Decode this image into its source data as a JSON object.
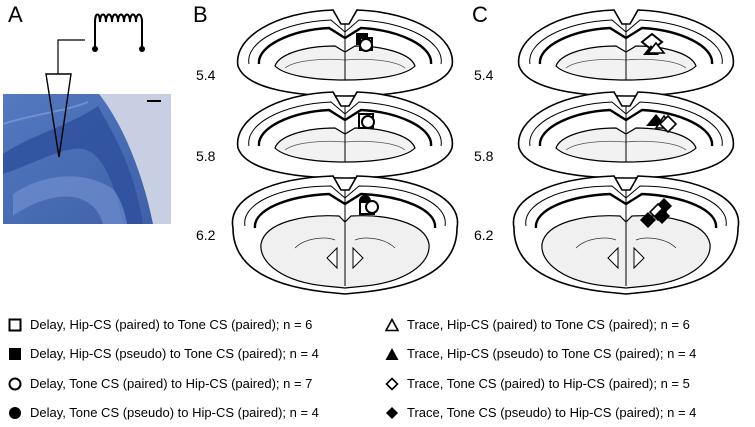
{
  "panels": {
    "a": {
      "label": "A"
    },
    "b": {
      "label": "B"
    },
    "c": {
      "label": "C"
    }
  },
  "depths": [
    "5.4",
    "5.8",
    "6.2"
  ],
  "colors": {
    "photo_tissue": "#4a6fb8",
    "photo_background": "#c9cfe2",
    "line": "#000000"
  },
  "legend": {
    "delay": [
      {
        "symbol": "open-square",
        "text": "Delay, Hip-CS (paired) to Tone CS (paired); n = 6"
      },
      {
        "symbol": "filled-square",
        "text": "Delay, Hip-CS (pseudo) to Tone CS (paired); n = 4"
      },
      {
        "symbol": "open-circle",
        "text": "Delay, Tone CS  (paired) to Hip-CS (paired); n = 7"
      },
      {
        "symbol": "filled-circle",
        "text": "Delay, Tone CS  (pseudo) to Hip-CS (paired); n = 4"
      }
    ],
    "trace": [
      {
        "symbol": "open-triangle",
        "text": "Trace, Hip-CS (paired) to Tone CS (paired); n = 6"
      },
      {
        "symbol": "filled-triangle",
        "text": "Trace, Hip-CS (pseudo) to Tone CS (paired); n = 4"
      },
      {
        "symbol": "open-diamond",
        "text": "Trace, Tone CS (paired) to Hip-CS (paired); n = 5"
      },
      {
        "symbol": "filled-diamond",
        "text": "Trace, Tone CS  (pseudo) to Hip-CS (paired); n = 4"
      }
    ]
  }
}
